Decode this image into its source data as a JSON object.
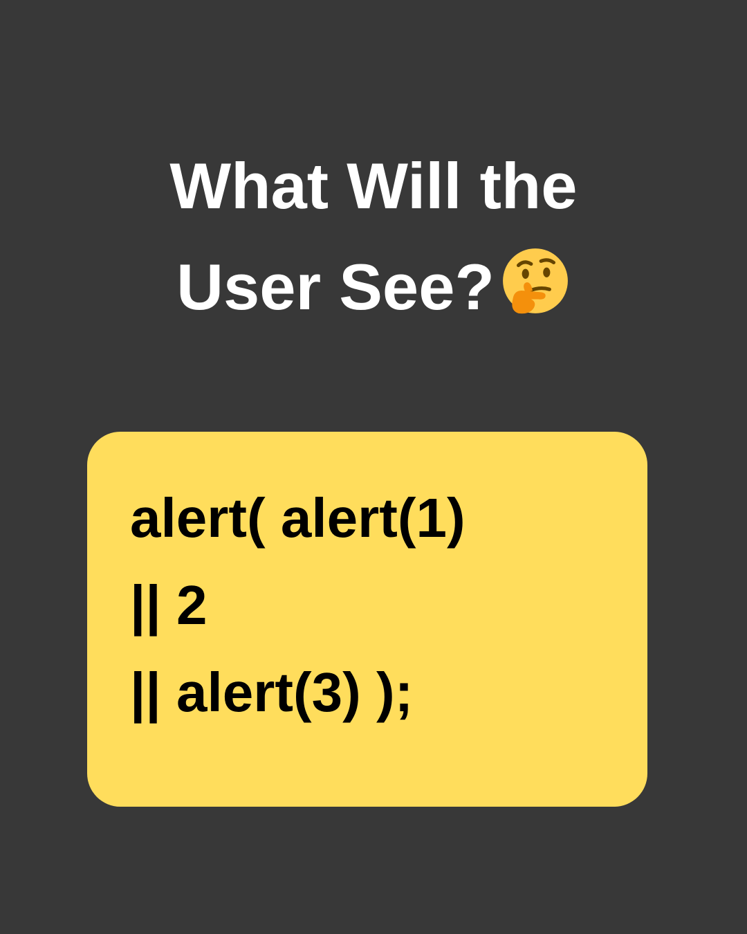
{
  "title": {
    "line1": "What Will the",
    "line2": "User See?",
    "emoji": "thinking-face-icon"
  },
  "code": {
    "lines": [
      "alert( alert(1)",
      "|| 2",
      "|| alert(3) );"
    ]
  },
  "colors": {
    "background": "#383838",
    "card": "#FFDD5C",
    "title_text": "#FFFFFF",
    "code_text": "#000000"
  }
}
